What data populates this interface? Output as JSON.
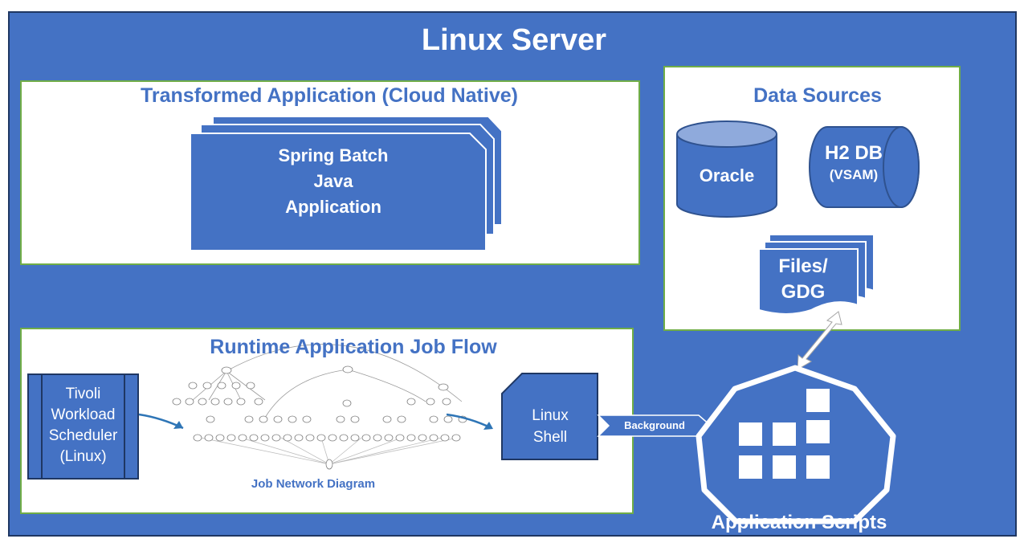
{
  "server": {
    "title": "Linux Server"
  },
  "transformed": {
    "title": "Transformed Application (Cloud Native)",
    "app_lines": [
      "Spring Batch",
      "Java",
      "Application"
    ]
  },
  "data_sources": {
    "title": "Data Sources",
    "oracle": "Oracle",
    "h2_line1": "H2 DB",
    "h2_line2": "(VSAM)",
    "files_lines": [
      "Files/",
      "GDG"
    ]
  },
  "job_flow": {
    "title": "Runtime Application Job Flow",
    "scheduler_lines": [
      "Tivoli",
      "Workload",
      "Scheduler",
      "(Linux)"
    ],
    "diagram_caption": "Job Network Diagram",
    "shell_lines": [
      "Linux",
      "Shell"
    ]
  },
  "background_label": "Background",
  "app_scripts_label": "Application Scripts",
  "colors": {
    "primary": "#4472c4",
    "border_dark": "#1f3763",
    "panel_border": "#70ad47"
  }
}
